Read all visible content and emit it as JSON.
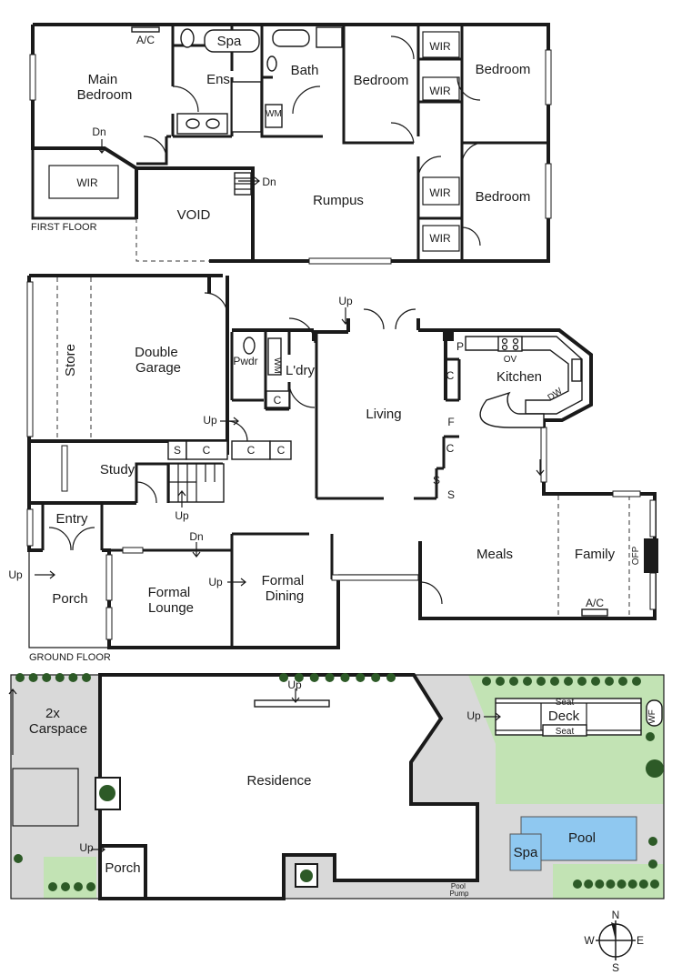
{
  "first_floor": {
    "floor_label": "FIRST FLOOR",
    "rooms": {
      "main_bedroom": [
        "Main",
        "Bedroom"
      ],
      "ensuite": "Ens",
      "spa": "Spa",
      "bath": "Bath",
      "bedroom_1": "Bedroom",
      "bedroom_2": "Bedroom",
      "bedroom_3": "Bedroom",
      "wir": "WIR",
      "void": "VOID",
      "rumpus": "Rumpus"
    },
    "fixtures": {
      "ac": "A/C",
      "wm": "WM"
    },
    "stair_labels": {
      "down": "Dn"
    }
  },
  "ground_floor": {
    "floor_label": "GROUND FLOOR",
    "rooms": {
      "store": "Store",
      "double_garage": [
        "Double",
        "Garage"
      ],
      "powder": "Pwdr",
      "laundry": "L'dry",
      "living": "Living",
      "kitchen": "Kitchen",
      "study": "Study",
      "entry": "Entry",
      "porch": "Porch",
      "formal_lounge": [
        "Formal",
        "Lounge"
      ],
      "formal_dining": [
        "Formal",
        "Dining"
      ],
      "meals": "Meals",
      "family": "Family"
    },
    "fixtures": {
      "cupboard": "C",
      "shelf": "S",
      "pantry": "P",
      "fridge": "F",
      "oven": "OV",
      "dishwasher": "DW",
      "ofp": "OFP",
      "ac": "A/C",
      "wm": "WM"
    },
    "stair_labels": {
      "up": "Up",
      "down": "Dn"
    }
  },
  "site": {
    "carspace": [
      "2x",
      "Carspace"
    ],
    "residence": "Residence",
    "porch": "Porch",
    "deck": "Deck",
    "seat": "Seat",
    "wf": "WF",
    "pool": "Pool",
    "spa": "Spa",
    "pool_pump": [
      "Pool",
      "Pump"
    ],
    "up": "Up"
  },
  "compass": {
    "n": "N",
    "s": "S",
    "e": "E",
    "w": "W"
  },
  "colors": {
    "wall": "#1a1a1a",
    "paving": "#d9d9d9",
    "lawn": "#c2e3b4",
    "pool_water": "#8fc8f0",
    "trees": "#2d5a27"
  }
}
